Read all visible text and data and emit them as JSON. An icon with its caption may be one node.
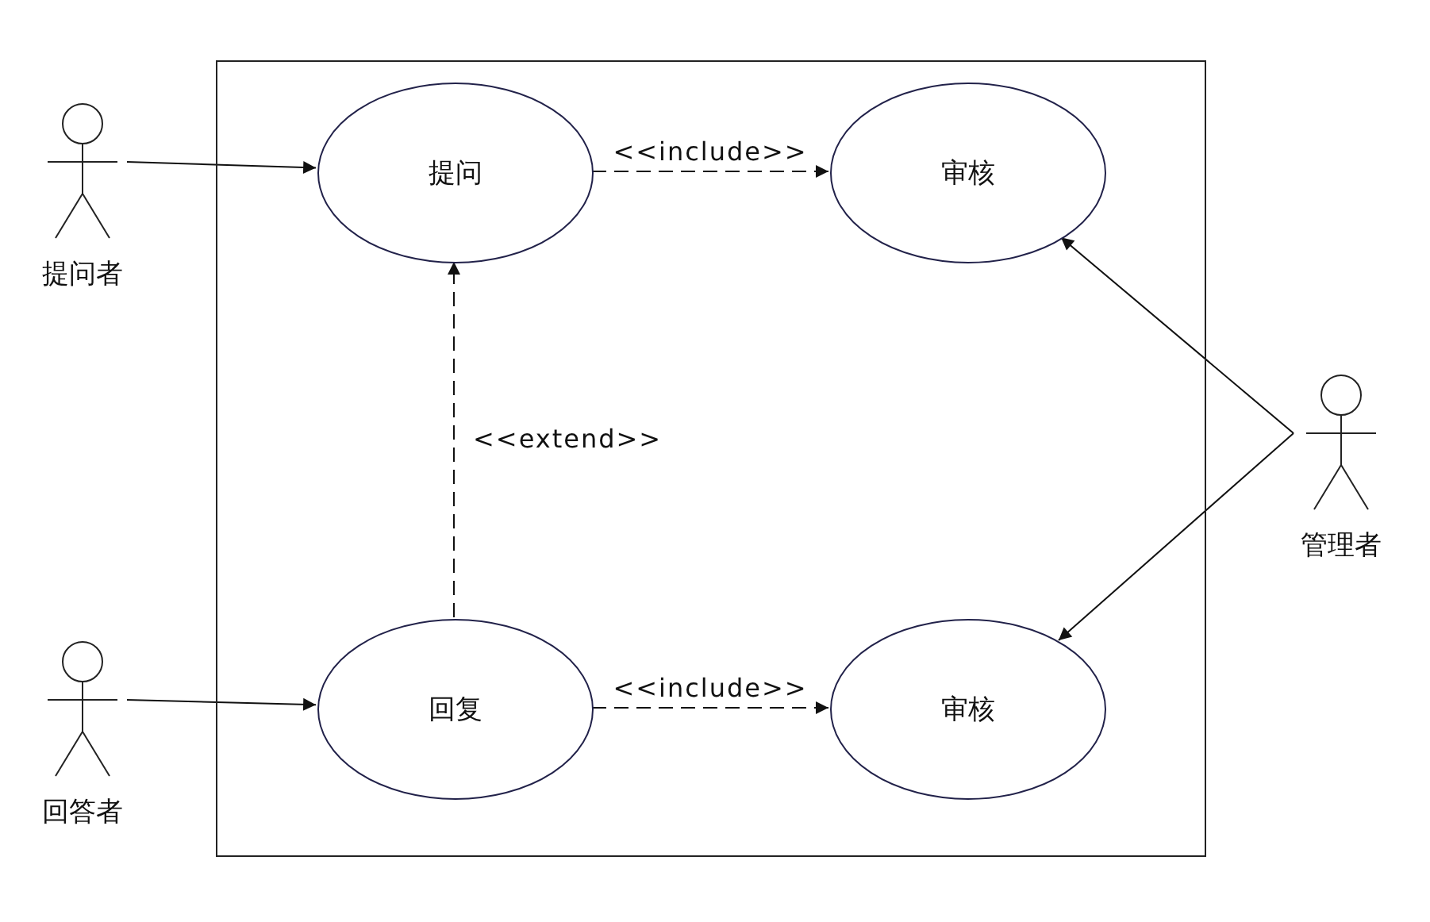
{
  "diagram": {
    "nodes": [
      {
        "text": [],
        "shape": "box"
      },
      {
        "text": [
          "提问者"
        ]
      },
      {
        "text": [
          "回答者"
        ]
      },
      {
        "text": [
          "管理者"
        ]
      },
      {
        "text": [
          "提问"
        ],
        "in": 0
      },
      {
        "text": [
          "审核"
        ],
        "in": 0
      },
      {
        "text": [
          "回复"
        ],
        "in": 0
      },
      {
        "text": [
          "审核"
        ],
        "in": 0
      }
    ],
    "edges": [
      {
        "from": 1,
        "to": 4,
        "arrow": "to"
      },
      {
        "from": 4,
        "to": 5,
        "arrow": "to",
        "style": "dashed",
        "label": "<<include>>"
      },
      {
        "from": 6,
        "to": 4,
        "arrow": "to",
        "style": "dashed",
        "label": "<<extend>>"
      },
      {
        "from": 2,
        "to": 6,
        "arrow": "to"
      },
      {
        "from": 6,
        "to": 7,
        "arrow": "to",
        "style": "dashed",
        "label": "<<include>>"
      },
      {
        "from": 3,
        "to": 5,
        "arrow": "to"
      },
      {
        "from": 3,
        "to": 7,
        "arrow": "to"
      }
    ]
  }
}
